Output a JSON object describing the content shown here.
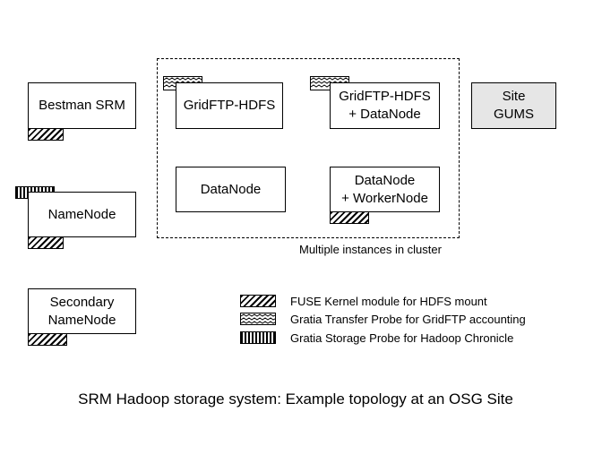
{
  "diagram": {
    "nodes": {
      "bestman_srm": "Bestman SRM",
      "namenode": "NameNode",
      "secondary_namenode": "Secondary\nNameNode",
      "gridftp_hdfs": "GridFTP-HDFS",
      "gridftp_datanode": "GridFTP-HDFS\n+ DataNode",
      "datanode": "DataNode",
      "datanode_workernode": "DataNode\n+ WorkerNode",
      "site_gums": "Site\nGUMS"
    },
    "cluster_label": "Multiple instances in cluster",
    "legend": [
      {
        "pattern": "diagonal-hatch",
        "label": "FUSE Kernel module for HDFS mount"
      },
      {
        "pattern": "zigzag",
        "label": "Gratia Transfer Probe for GridFTP accounting"
      },
      {
        "pattern": "vertical-stripes",
        "label": "Gratia Storage Probe for Hadoop Chronicle"
      }
    ],
    "caption": "SRM Hadoop storage system: Example topology at an OSG Site"
  }
}
